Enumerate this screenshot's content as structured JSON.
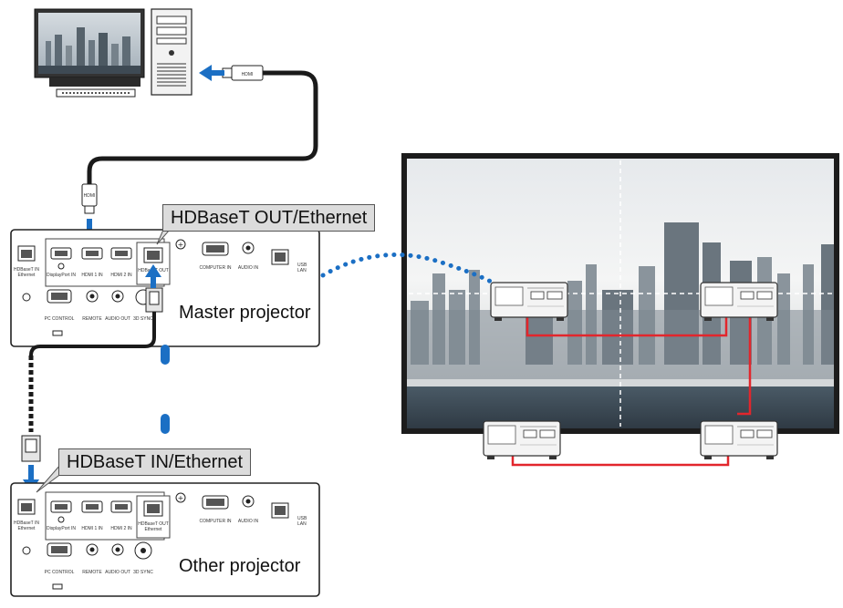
{
  "callouts": {
    "master_port": "HDBaseT OUT/Ethernet",
    "other_port": "HDBaseT IN/Ethernet"
  },
  "captions": {
    "master": "Master projector",
    "other": "Other projector"
  },
  "cable_plug_label": "HDMI",
  "panel_labels": {
    "hdbaset_in": "HDBaseT IN",
    "ethernet": "Ethernet",
    "displayport_in": "DisplayPort IN",
    "hdmi1_in": "HDMI 1 IN",
    "hdmi2_in": "HDMI 2 IN",
    "hdbaset_out": "HDBaseT OUT",
    "computer_in": "COMPUTER IN",
    "audio_in": "AUDIO IN",
    "usb": "USB",
    "lan": "LAN",
    "pc_control": "PC CONTROL",
    "remote": "REMOTE",
    "audio_out": "AUDIO OUT",
    "sync_3d": "3D SYNC"
  },
  "colors": {
    "blue_arrow": "#1b6fc4",
    "link_dots": "#1b6fc4",
    "red_cable": "#e2262c",
    "black_cable": "#1a1a1a"
  }
}
